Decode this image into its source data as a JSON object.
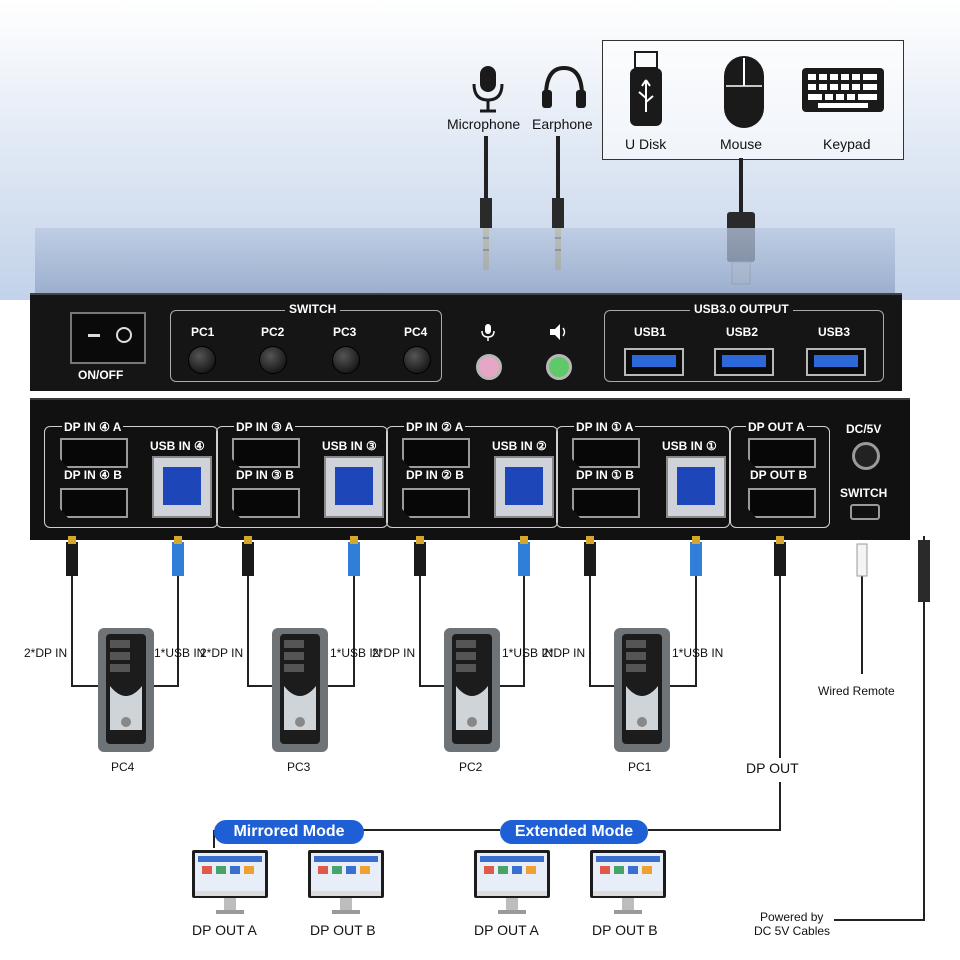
{
  "header_peripherals": {
    "microphone": "Microphone",
    "earphone": "Earphone",
    "u_disk": "U Disk",
    "mouse": "Mouse",
    "keypad": "Keypad"
  },
  "front_panel": {
    "power_label": "ON/OFF",
    "switch_title": "SWITCH",
    "pc_buttons": [
      "PC1",
      "PC2",
      "PC3",
      "PC4"
    ],
    "usb_output_title": "USB3.0 OUTPUT",
    "usb_ports": [
      "USB1",
      "USB2",
      "USB3"
    ]
  },
  "rear_panel": {
    "dp_in": [
      {
        "a": "DP IN ④ A",
        "b": "DP IN ④ B",
        "usb": "USB IN ④"
      },
      {
        "a": "DP IN ③ A",
        "b": "DP IN ③ B",
        "usb": "USB IN ③"
      },
      {
        "a": "DP IN ② A",
        "b": "DP IN ② B",
        "usb": "USB IN ②"
      },
      {
        "a": "DP IN ① A",
        "b": "DP IN ① B",
        "usb": "USB IN ①"
      }
    ],
    "dp_out_a": "DP OUT A",
    "dp_out_b": "DP OUT B",
    "dc": "DC/5V",
    "switch": "SWITCH"
  },
  "pcs": {
    "dp_label": "2*DP IN",
    "usb_label": "1*USB IN",
    "names": [
      "PC4",
      "PC3",
      "PC2",
      "PC1"
    ]
  },
  "outputs": {
    "dp_out": "DP OUT",
    "wired_remote": "Wired Remote",
    "power_line1": "Powered by",
    "power_line2": "DC 5V Cables"
  },
  "modes": {
    "mirrored": "Mirrored Mode",
    "extended": "Extended Mode",
    "monitors": [
      "DP OUT A",
      "DP OUT B",
      "DP OUT A",
      "DP OUT B"
    ]
  },
  "colors": {
    "mode_pill": "#1f5fd6",
    "usb_blue": "#2d68d8",
    "cable_blue": "#2f7fd8",
    "cable_gold": "#d4a72c"
  }
}
